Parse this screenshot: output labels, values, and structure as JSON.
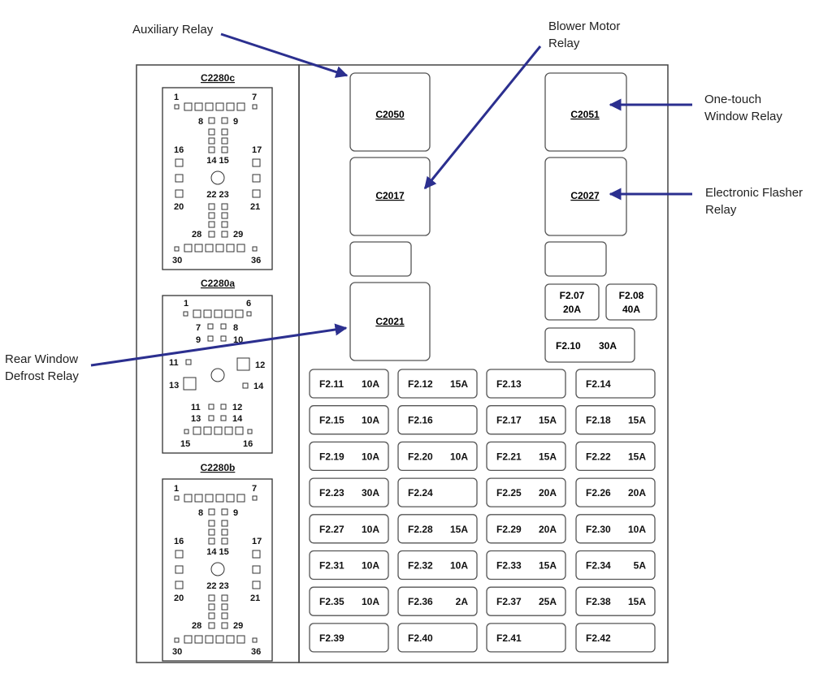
{
  "connectors": [
    {
      "id": "C2280c",
      "pins": {
        "top_left": "1",
        "top_right": "7",
        "p8": "8",
        "p9": "9",
        "p16": "16",
        "p17": "17",
        "p1415": "14 15",
        "p2223": "22 23",
        "p20": "20",
        "p21": "21",
        "p28": "28",
        "p29": "29",
        "bottom_left": "30",
        "bottom_right": "36"
      }
    },
    {
      "id": "C2280a",
      "pins": {
        "top_left": "1",
        "top_right": "6",
        "r78": "7  ",
        "r8": "8",
        "r9": "9",
        "r10": "10",
        "p11": "11",
        "p12": "12",
        "p13": "13",
        "p14": "14",
        "s11": "11",
        "s12": "12",
        "s13": "13",
        "s14": "14",
        "bottom_left": "15",
        "bottom_right": "16"
      }
    },
    {
      "id": "C2280b",
      "pins": {
        "top_left": "1",
        "top_right": "7",
        "p8": "8",
        "p9": "9",
        "p16": "16",
        "p17": "17",
        "p1415": "14 15",
        "p2223": "22 23",
        "p20": "20",
        "p21": "21",
        "p28": "28",
        "p29": "29",
        "bottom_left": "30",
        "bottom_right": "36"
      }
    }
  ],
  "relays": {
    "c2050": "C2050",
    "c2017": "C2017",
    "c2021": "C2021",
    "c2051": "C2051",
    "c2027": "C2027"
  },
  "fuses_small": [
    {
      "name": "F2.07",
      "amp": "20A"
    },
    {
      "name": "F2.08",
      "amp": "40A"
    },
    {
      "name": "F2.10",
      "amp": "30A"
    }
  ],
  "fuses": [
    {
      "name": "F2.11",
      "amp": "10A"
    },
    {
      "name": "F2.12",
      "amp": "15A"
    },
    {
      "name": "F2.13",
      "amp": ""
    },
    {
      "name": "F2.14",
      "amp": ""
    },
    {
      "name": "F2.15",
      "amp": "10A"
    },
    {
      "name": "F2.16",
      "amp": ""
    },
    {
      "name": "F2.17",
      "amp": "15A"
    },
    {
      "name": "F2.18",
      "amp": "15A"
    },
    {
      "name": "F2.19",
      "amp": "10A"
    },
    {
      "name": "F2.20",
      "amp": "10A"
    },
    {
      "name": "F2.21",
      "amp": "15A"
    },
    {
      "name": "F2.22",
      "amp": "15A"
    },
    {
      "name": "F2.23",
      "amp": "30A"
    },
    {
      "name": "F2.24",
      "amp": ""
    },
    {
      "name": "F2.25",
      "amp": "20A"
    },
    {
      "name": "F2.26",
      "amp": "20A"
    },
    {
      "name": "F2.27",
      "amp": "10A"
    },
    {
      "name": "F2.28",
      "amp": "15A"
    },
    {
      "name": "F2.29",
      "amp": "20A"
    },
    {
      "name": "F2.30",
      "amp": "10A"
    },
    {
      "name": "F2.31",
      "amp": "10A"
    },
    {
      "name": "F2.32",
      "amp": "10A"
    },
    {
      "name": "F2.33",
      "amp": "15A"
    },
    {
      "name": "F2.34",
      "amp": "5A"
    },
    {
      "name": "F2.35",
      "amp": "10A"
    },
    {
      "name": "F2.36",
      "amp": "2A"
    },
    {
      "name": "F2.37",
      "amp": "25A"
    },
    {
      "name": "F2.38",
      "amp": "15A"
    },
    {
      "name": "F2.39",
      "amp": ""
    },
    {
      "name": "F2.40",
      "amp": ""
    },
    {
      "name": "F2.41",
      "amp": ""
    },
    {
      "name": "F2.42",
      "amp": ""
    }
  ],
  "callouts": {
    "auxiliary": [
      "Auxiliary Relay"
    ],
    "blower": [
      "Blower Motor",
      "Relay"
    ],
    "onetouch": [
      "One-touch",
      "Window Relay"
    ],
    "flasher": [
      "Electronic Flasher",
      "Relay"
    ],
    "rear": [
      "Rear Window",
      "Defrost Relay"
    ]
  },
  "colors": {
    "arrow": "#2b2f8f",
    "outline": "#444444",
    "text": "#111111"
  }
}
